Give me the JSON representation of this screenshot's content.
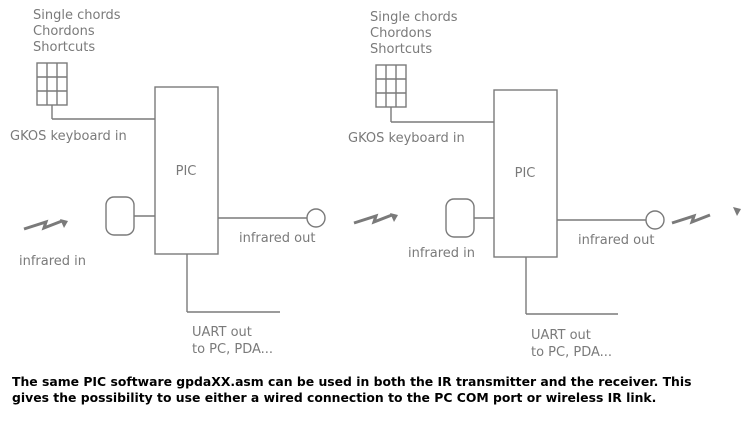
{
  "colors": {
    "line": "#7a7a7a",
    "text": "#7a7a7a",
    "caption": "#000000",
    "background": "#ffffff"
  },
  "left_diagram": {
    "inputs_label": [
      "Single chords",
      "Chordons",
      "Shortcuts"
    ],
    "keyboard_label": "GKOS keyboard in",
    "chip_label": "PIC",
    "ir_in_label": "infrared in",
    "ir_out_label": "infrared out",
    "uart_label": [
      "UART out",
      "to PC, PDA..."
    ],
    "icons": [
      "keypad-icon",
      "infrared-signal-icon",
      "ir-receiver-icon",
      "ir-led-icon"
    ]
  },
  "right_diagram": {
    "inputs_label": [
      "Single chords",
      "Chordons",
      "Shortcuts"
    ],
    "keyboard_label": "GKOS keyboard in",
    "chip_label": "PIC",
    "ir_in_label": "infrared in",
    "ir_out_label": "infrared out",
    "uart_label": [
      "UART out",
      "to PC, PDA..."
    ],
    "icons": [
      "keypad-icon",
      "infrared-signal-icon",
      "ir-receiver-icon",
      "ir-led-icon",
      "infrared-signal-icon"
    ]
  },
  "caption": [
    "The same PIC software gpdaXX.asm can be used in both the IR transmitter and the receiver. This",
    "gives the possibility to use either a wired connection to the PC COM port or wireless IR link."
  ]
}
